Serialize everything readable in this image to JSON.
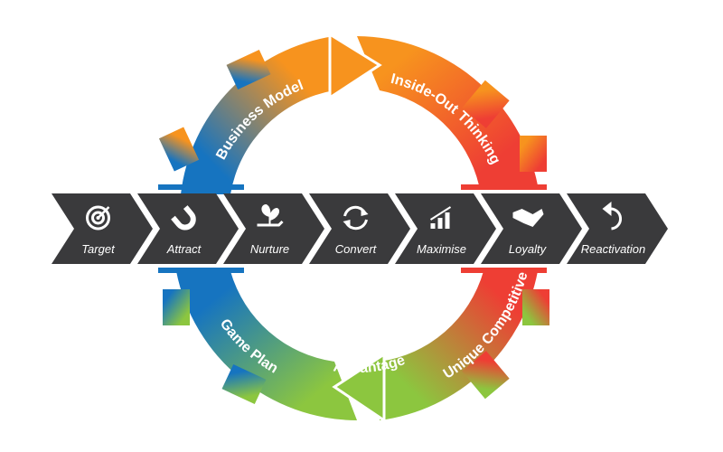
{
  "cycle": {
    "segments": [
      {
        "label": "Business Model",
        "colors": [
          "#1674c0",
          "#f7931e"
        ]
      },
      {
        "label": "Inside-Out Thinking",
        "colors": [
          "#f7931e",
          "#ee3e34"
        ]
      },
      {
        "label": "Unique Competitive",
        "label2": "Advantage",
        "colors": [
          "#ee3e34",
          "#8cc63f"
        ]
      },
      {
        "label": "Game Plan",
        "colors": [
          "#1674c0",
          "#8cc63f"
        ]
      }
    ]
  },
  "process": {
    "color": "#3a3a3c",
    "steps": [
      {
        "label": "Target",
        "icon": "target-icon"
      },
      {
        "label": "Attract",
        "icon": "magnet-icon"
      },
      {
        "label": "Nurture",
        "icon": "plant-hand-icon"
      },
      {
        "label": "Convert",
        "icon": "refresh-cycle-icon"
      },
      {
        "label": "Maximise",
        "icon": "growth-chart-icon"
      },
      {
        "label": "Loyalty",
        "icon": "handshake-icon"
      },
      {
        "label": "Reactivation",
        "icon": "undo-arrow-icon"
      }
    ]
  }
}
